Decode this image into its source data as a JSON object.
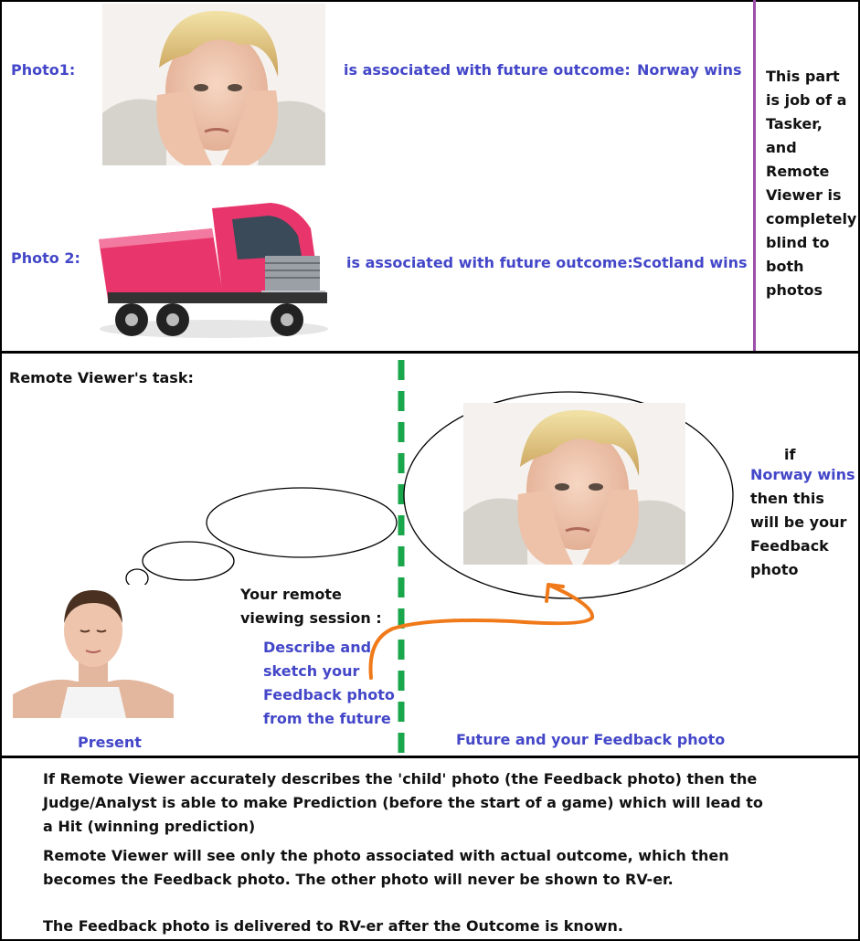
{
  "top": {
    "photo1_label": "Photo1:",
    "photo1_assoc": "is associated with future outcome:",
    "photo1_outcome": "Norway wins",
    "photo2_label": "Photo 2:",
    "photo2_assoc": "is associated with future outcome:",
    "photo2_outcome": "Scotland wins",
    "tasker_note": "This part is job of a Tasker, and Remote Viewer is completely blind to both photos"
  },
  "middle": {
    "task_title": "Remote Viewer's task:",
    "session_label": "Your remote viewing session :",
    "session_instruction": "Describe and sketch your Feedback photo from the future",
    "present_label": "Present",
    "future_label": "Future and your Feedback photo",
    "if_word": "if",
    "if_outcome": "Norway wins",
    "feedback_note": "then this will be your Feedback photo"
  },
  "bottom": {
    "para1": "If Remote Viewer accurately describes the 'child' photo (the Feedback photo) then the Judge/Analyst is able to make Prediction (before the start of a game) which will lead to a Hit (winning prediction)",
    "para2": "Remote Viewer will see only the photo associated with actual outcome, which then becomes the Feedback photo. The other photo will never be shown to RV-er.",
    "para3": "The Feedback photo is delivered to RV-er after the Outcome is known."
  },
  "colors": {
    "text_blue": "#4347c8",
    "divider_green": "#1aa64a",
    "divider_purple": "#9b4fa8",
    "arrow_orange": "#f07a1a",
    "truck_pink": "#e8356b"
  },
  "icons": [
    "child-photo",
    "dump-truck-photo",
    "woman-meditating-photo",
    "thought-bubble",
    "curved-arrow"
  ]
}
